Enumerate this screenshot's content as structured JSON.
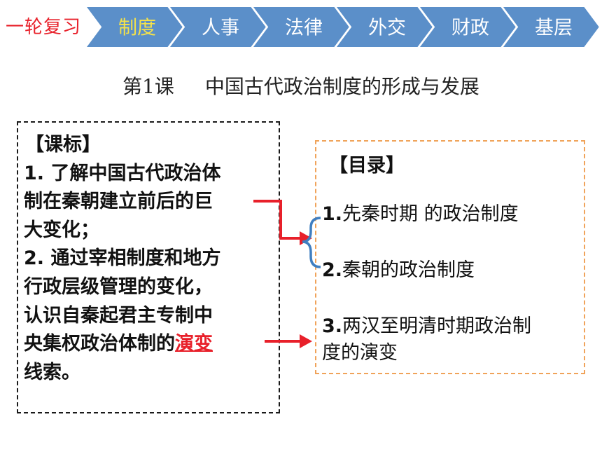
{
  "header": {
    "review_label": "一轮复习",
    "nav_tabs": [
      {
        "label": "制度",
        "active": true
      },
      {
        "label": "人事",
        "active": false
      },
      {
        "label": "法律",
        "active": false
      },
      {
        "label": "外交",
        "active": false
      },
      {
        "label": "财政",
        "active": false
      },
      {
        "label": "基层",
        "active": false
      }
    ],
    "colors": {
      "tab_fill": "#5b8fc9",
      "active_text": "#f4e24a",
      "review_label": "#e8202a"
    }
  },
  "lesson": {
    "number": "第1课",
    "title": "中国古代政治制度的形成与发展"
  },
  "standard": {
    "heading": "【课标】",
    "lines": [
      "1. 了解中国古代政治体",
      "制在秦朝建立前后的巨",
      "大变化；",
      "2. 通过宰相制度和地方",
      "行政层级管理的变化，",
      "认识自秦起君主专制中"
    ],
    "last_line_prefix": "央集权政治体制的",
    "highlight": "演变",
    "closing_line": "线索。"
  },
  "catalog": {
    "heading": "【目录】",
    "items": [
      {
        "num": "1.",
        "text": "先秦时期 的政治制度"
      },
      {
        "num": "2.",
        "text": "秦朝的政治制度"
      },
      {
        "num": "3.",
        "text": "两汉至明清时期政治制",
        "continuation": "度的演变"
      }
    ]
  },
  "arrows": {
    "color": "#e8202a",
    "bracket_color": "#3f7ec0"
  }
}
